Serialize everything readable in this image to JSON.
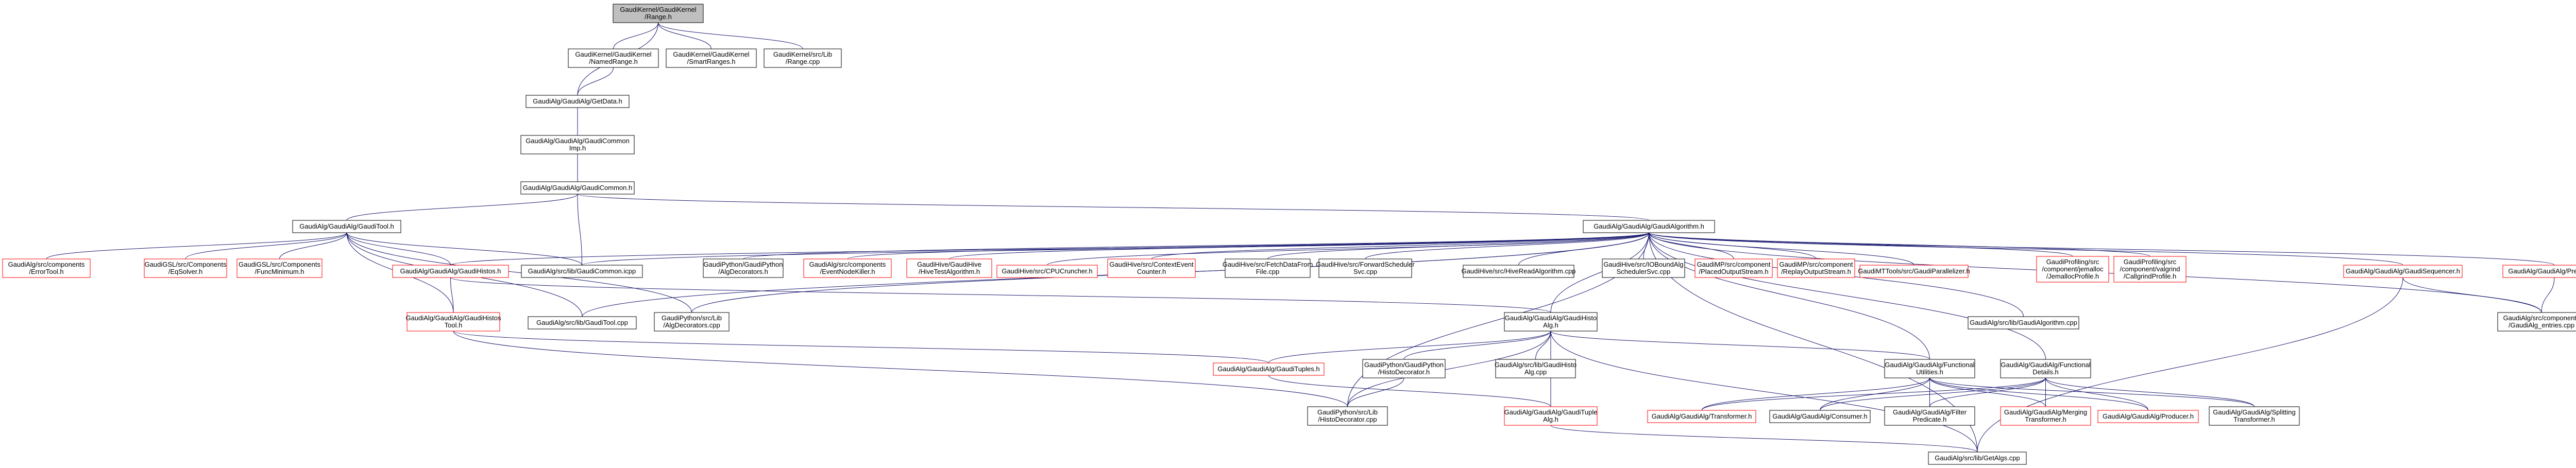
{
  "nodes": [
    {
      "id": "range",
      "lines": [
        "GaudiKernel/GaudiKernel",
        "/Range.h"
      ],
      "kind": "root"
    },
    {
      "id": "namedrange",
      "lines": [
        "GaudiKernel/GaudiKernel",
        "/NamedRange.h"
      ]
    },
    {
      "id": "smartranges",
      "lines": [
        "GaudiKernel/GaudiKernel",
        "/SmartRanges.h"
      ]
    },
    {
      "id": "rangecpp",
      "lines": [
        "GaudiKernel/src/Lib",
        "/Range.cpp"
      ]
    },
    {
      "id": "getdata",
      "lines": [
        "GaudiAlg/GaudiAlg/GetData.h"
      ]
    },
    {
      "id": "commonimp",
      "lines": [
        "GaudiAlg/GaudiAlg/GaudiCommon",
        "Imp.h"
      ]
    },
    {
      "id": "common",
      "lines": [
        "GaudiAlg/GaudiAlg/GaudiCommon.h"
      ]
    },
    {
      "id": "gauditool",
      "lines": [
        "GaudiAlg/GaudiAlg/GaudiTool.h"
      ]
    },
    {
      "id": "gaudialg",
      "lines": [
        "GaudiAlg/GaudiAlg/GaudiAlgorithm.h"
      ]
    },
    {
      "id": "errortool",
      "lines": [
        "GaudiAlg/src/components",
        "/ErrorTool.h"
      ],
      "kind": "red"
    },
    {
      "id": "gslsolve",
      "lines": [
        "GaudiGSL/src/Components",
        "/EqSolver.h"
      ],
      "kind": "red"
    },
    {
      "id": "gslmin",
      "lines": [
        "GaudiGSL/src/Components",
        "/FuncMinimum.h"
      ],
      "kind": "red"
    },
    {
      "id": "histos",
      "lines": [
        "GaudiAlg/GaudiAlg/GaudiHistos.h"
      ],
      "kind": "red"
    },
    {
      "id": "commoncpp",
      "lines": [
        "GaudiAlg/src/lib/GaudiCommon.icpp"
      ]
    },
    {
      "id": "pyalgdec",
      "lines": [
        "GaudiPython/GaudiPython",
        "/AlgDecorators.h"
      ]
    },
    {
      "id": "eventnodekiller",
      "lines": [
        "GaudiAlg/src/components",
        "/EventNodeKiller.h"
      ],
      "kind": "red"
    },
    {
      "id": "hivetestalg",
      "lines": [
        "GaudiHive/GaudiHive",
        "/HiveTestAlgorithm.h"
      ],
      "kind": "red"
    },
    {
      "id": "cpucruncher",
      "lines": [
        "GaudiHive/src/CPUCruncher.h"
      ],
      "kind": "red"
    },
    {
      "id": "contexteventcounter",
      "lines": [
        "GaudiHive/src/ContextEvent",
        "Counter.h"
      ],
      "kind": "red"
    },
    {
      "id": "fetchdata",
      "lines": [
        "GaudiHive/src/FetchDataFrom",
        "File.cpp"
      ]
    },
    {
      "id": "forwardsched",
      "lines": [
        "GaudiHive/src/ForwardScheduler",
        "Svc.cpp"
      ]
    },
    {
      "id": "hivewhiteboard",
      "lines": [
        "GaudiHive/src/HiveReadAlgorithm.cpp"
      ]
    },
    {
      "id": "iobound",
      "lines": [
        "GaudiHive/src/IOBoundAlg",
        "SchedulerSvc.cpp"
      ]
    },
    {
      "id": "placedoutput",
      "lines": [
        "GaudiMP/src/component",
        "/PlacedOutputStream.h"
      ],
      "kind": "red"
    },
    {
      "id": "replayoutput",
      "lines": [
        "GaudiMP/src/component",
        "/ReplayOutputStream.h"
      ],
      "kind": "red"
    },
    {
      "id": "parallelizer",
      "lines": [
        "GaudiMTTools/src/GaudiParallelizer.h"
      ],
      "kind": "red"
    },
    {
      "id": "jemalloc",
      "lines": [
        "GaudiProfiling/src",
        "/component/jemalloc",
        "/JemallocProfile.h"
      ],
      "kind": "red"
    },
    {
      "id": "valgrind",
      "lines": [
        "GaudiProfiling/src",
        "/component/valgrind",
        "/CallgrindProfile.h"
      ],
      "kind": "red"
    },
    {
      "id": "sequencer",
      "lines": [
        "GaudiAlg/GaudiAlg/GaudiSequencer.h"
      ],
      "kind": "red"
    },
    {
      "id": "prescaler",
      "lines": [
        "GaudiAlg/GaudiAlg/Prescaler.h"
      ],
      "kind": "red"
    },
    {
      "id": "histotool",
      "lines": [
        "GaudiAlg/GaudiAlg/GaudiHistos",
        "Tool.h"
      ],
      "kind": "red"
    },
    {
      "id": "tooldcpp",
      "lines": [
        "GaudiAlg/src/lib/GaudiTool.cpp"
      ]
    },
    {
      "id": "pyalgdeccpp",
      "lines": [
        "GaudiPython/src/Lib",
        "/AlgDecorators.cpp"
      ]
    },
    {
      "id": "histoalg",
      "lines": [
        "GaudiAlg/GaudiAlg/GaudiHisto",
        "Alg.h"
      ]
    },
    {
      "id": "algcpp",
      "lines": [
        "GaudiAlg/src/lib/GaudiAlgorithm.cpp"
      ]
    },
    {
      "id": "entries",
      "lines": [
        "GaudiAlg/src/components",
        "/GaudiAlg_entries.cpp"
      ]
    },
    {
      "id": "tuples",
      "lines": [
        "GaudiAlg/GaudiAlg/GaudiTuples.h"
      ],
      "kind": "red"
    },
    {
      "id": "pyhistodec",
      "lines": [
        "GaudiPython/GaudiPython",
        "/HistoDecorator.h"
      ]
    },
    {
      "id": "histoalgcpp",
      "lines": [
        "GaudiAlg/src/lib/GaudiHisto",
        "Alg.cpp"
      ]
    },
    {
      "id": "funcutil",
      "lines": [
        "GaudiAlg/GaudiAlg/Functional",
        "Utilities.h"
      ]
    },
    {
      "id": "funcdetails",
      "lines": [
        "GaudiAlg/GaudiAlg/Functional",
        "Details.h"
      ]
    },
    {
      "id": "pyhistodeccpp",
      "lines": [
        "GaudiPython/src/Lib",
        "/HistoDecorator.cpp"
      ]
    },
    {
      "id": "tuplealg",
      "lines": [
        "GaudiAlg/GaudiAlg/GaudiTuple",
        "Alg.h"
      ],
      "kind": "red"
    },
    {
      "id": "transformer",
      "lines": [
        "GaudiAlg/GaudiAlg/Transformer.h"
      ],
      "kind": "red"
    },
    {
      "id": "consumer",
      "lines": [
        "GaudiAlg/GaudiAlg/Consumer.h"
      ]
    },
    {
      "id": "filterpred",
      "lines": [
        "GaudiAlg/GaudiAlg/Filter",
        "Predicate.h"
      ]
    },
    {
      "id": "merging",
      "lines": [
        "GaudiAlg/GaudiAlg/Merging",
        "Transformer.h"
      ],
      "kind": "red"
    },
    {
      "id": "producer",
      "lines": [
        "GaudiAlg/GaudiAlg/Producer.h"
      ],
      "kind": "red"
    },
    {
      "id": "splitting",
      "lines": [
        "GaudiAlg/GaudiAlg/Splitting",
        "Transformer.h"
      ]
    },
    {
      "id": "getalgs",
      "lines": [
        "GaudiAlg/src/lib/GetAlgs.cpp"
      ]
    }
  ]
}
